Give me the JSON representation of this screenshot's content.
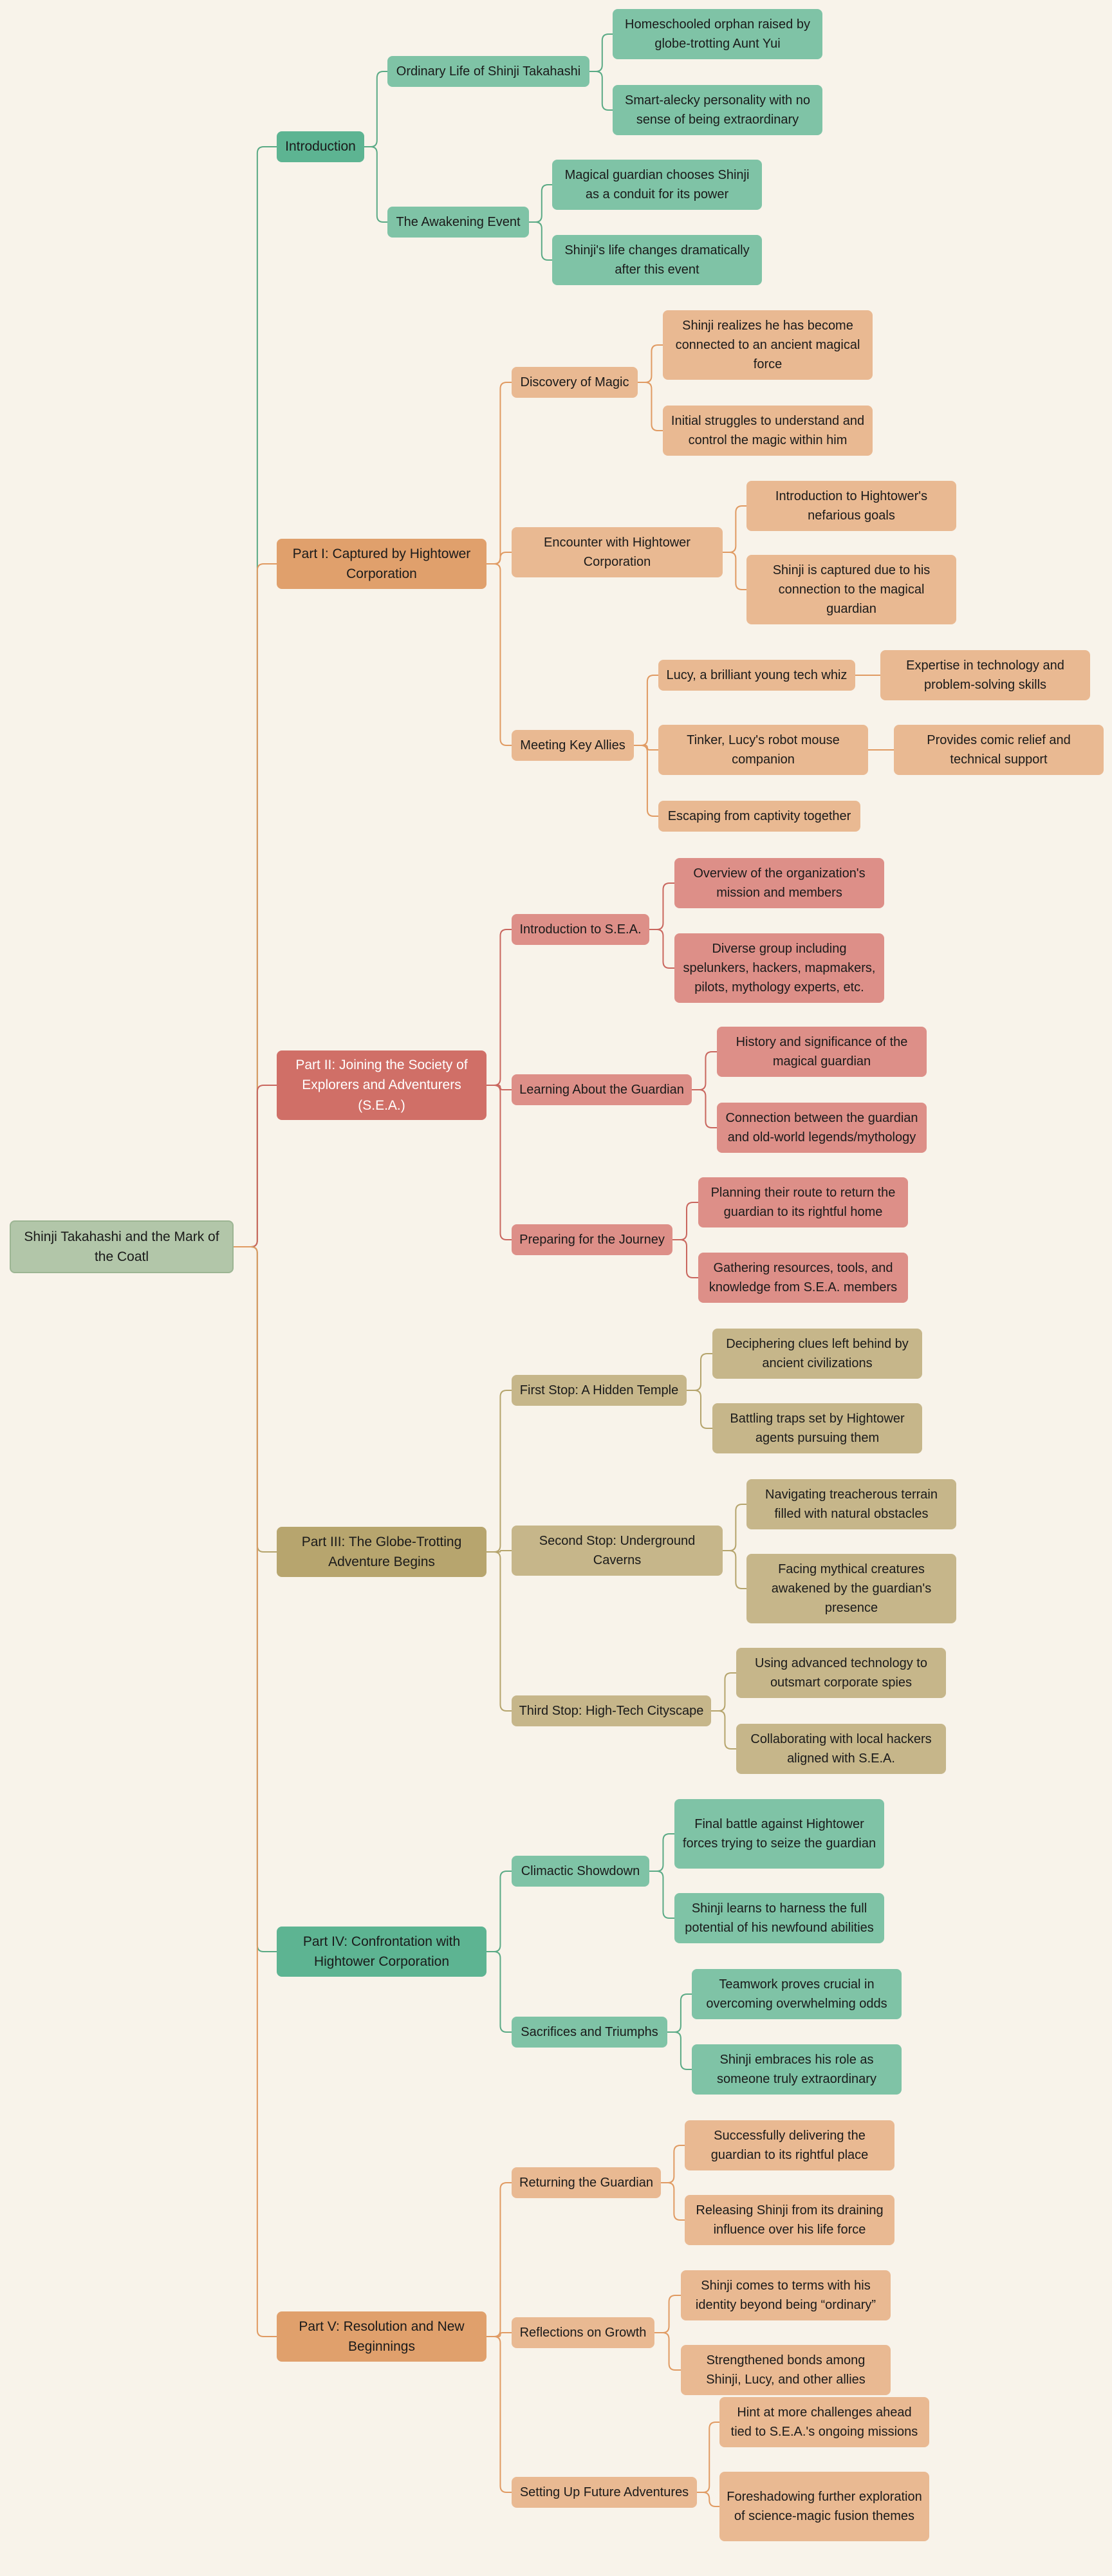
{
  "colors": {
    "background": "#f8f3ea",
    "root": "#b2c6a9",
    "green_dark": "#5db492",
    "green_light": "#7fc3a6",
    "green_line": "#5aaa85",
    "orange_dark": "#e0a06c",
    "orange_light": "#e9b992",
    "orange_line": "#e09a62",
    "red_dark": "#d06f67",
    "red_light": "#dd8f88",
    "red_line": "#c9665e",
    "gold_dark": "#b7a56e",
    "gold_light": "#c6b68a",
    "gold_line": "#b5a46c"
  },
  "mindmap": {
    "root": {
      "label": "Shinji Takahashi and the Mark of the Coatl",
      "children": [
        {
          "label": "Introduction",
          "theme": "green",
          "children": [
            {
              "label": "Ordinary Life of Shinji Takahashi",
              "children": [
                {
                  "label": "Homeschooled orphan raised by globe-trotting Aunt Yui"
                },
                {
                  "label": "Smart-alecky personality with no sense of being extraordinary"
                }
              ]
            },
            {
              "label": "The Awakening Event",
              "children": [
                {
                  "label": "Magical guardian chooses Shinji as a conduit for its power"
                },
                {
                  "label": "Shinji's life changes dramatically after this event"
                }
              ]
            }
          ]
        },
        {
          "label": "Part I: Captured by Hightower Corporation",
          "theme": "orange",
          "children": [
            {
              "label": "Discovery of Magic",
              "children": [
                {
                  "label": "Shinji realizes he has become connected to an ancient magical force"
                },
                {
                  "label": "Initial struggles to understand and control the magic within him"
                }
              ]
            },
            {
              "label": "Encounter with Hightower Corporation",
              "children": [
                {
                  "label": "Introduction to Hightower's nefarious goals"
                },
                {
                  "label": "Shinji is captured due to his connection to the magical guardian"
                }
              ]
            },
            {
              "label": "Meeting Key Allies",
              "children": [
                {
                  "label": "Lucy, a brilliant young tech whiz",
                  "children": [
                    {
                      "label": "Expertise in technology and problem-solving skills"
                    }
                  ]
                },
                {
                  "label": "Tinker, Lucy's robot mouse companion",
                  "children": [
                    {
                      "label": "Provides comic relief and technical support"
                    }
                  ]
                },
                {
                  "label": "Escaping from captivity together"
                }
              ]
            }
          ]
        },
        {
          "label": "Part II: Joining the Society of Explorers and Adventurers (S.E.A.)",
          "theme": "red",
          "children": [
            {
              "label": "Introduction to S.E.A.",
              "children": [
                {
                  "label": "Overview of the organization's mission and members"
                },
                {
                  "label": "Diverse group including spelunkers, hackers, mapmakers, pilots, mythology experts, etc."
                }
              ]
            },
            {
              "label": "Learning About the Guardian",
              "children": [
                {
                  "label": "History and significance of the magical guardian"
                },
                {
                  "label": "Connection between the guardian and old-world legends/mythology"
                }
              ]
            },
            {
              "label": "Preparing for the Journey",
              "children": [
                {
                  "label": "Planning their route to return the guardian to its rightful home"
                },
                {
                  "label": "Gathering resources, tools, and knowledge from S.E.A. members"
                }
              ]
            }
          ]
        },
        {
          "label": "Part III: The Globe-Trotting Adventure Begins",
          "theme": "gold",
          "children": [
            {
              "label": "First Stop: A Hidden Temple",
              "children": [
                {
                  "label": "Deciphering clues left behind by ancient civilizations"
                },
                {
                  "label": "Battling traps set by Hightower agents pursuing them"
                }
              ]
            },
            {
              "label": "Second Stop: Underground Caverns",
              "children": [
                {
                  "label": "Navigating treacherous terrain filled with natural obstacles"
                },
                {
                  "label": "Facing mythical creatures awakened by the guardian's presence"
                }
              ]
            },
            {
              "label": "Third Stop: High-Tech Cityscape",
              "children": [
                {
                  "label": "Using advanced technology to outsmart corporate spies"
                },
                {
                  "label": "Collaborating with local hackers aligned with S.E.A."
                }
              ]
            }
          ]
        },
        {
          "label": "Part IV: Confrontation with Hightower Corporation",
          "theme": "green",
          "children": [
            {
              "label": "Climactic Showdown",
              "children": [
                {
                  "label": "Final battle against Hightower forces trying to seize the guardian"
                },
                {
                  "label": "Shinji learns to harness the full potential of his newfound abilities"
                }
              ]
            },
            {
              "label": "Sacrifices and Triumphs",
              "children": [
                {
                  "label": "Teamwork proves crucial in overcoming overwhelming odds"
                },
                {
                  "label": "Shinji embraces his role as someone truly extraordinary"
                }
              ]
            }
          ]
        },
        {
          "label": "Part V: Resolution and New Beginnings",
          "theme": "orange",
          "children": [
            {
              "label": "Returning the Guardian",
              "children": [
                {
                  "label": "Successfully delivering the guardian to its rightful place"
                },
                {
                  "label": "Releasing Shinji from its draining influence over his life force"
                }
              ]
            },
            {
              "label": "Reflections on Growth",
              "children": [
                {
                  "label": "Shinji comes to terms with his identity beyond being “ordinary”"
                },
                {
                  "label": "Strengthened bonds among Shinji, Lucy, and other allies"
                }
              ]
            },
            {
              "label": "Setting Up Future Adventures",
              "children": [
                {
                  "label": "Hint at more challenges ahead tied to S.E.A.'s ongoing missions"
                },
                {
                  "label": "Foreshadowing further exploration of science-magic fusion themes"
                }
              ]
            }
          ]
        }
      ]
    }
  }
}
